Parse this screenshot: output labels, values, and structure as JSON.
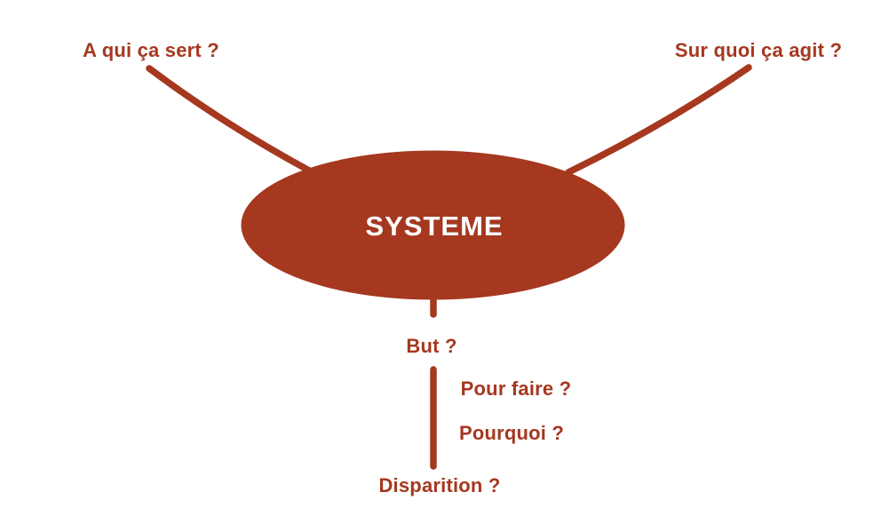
{
  "colors": {
    "accent": "#A5381F",
    "title_text": "#FFFFFF",
    "background": "#FFFFFF"
  },
  "diagram": {
    "center_label": "SYSTEME",
    "questions": {
      "top_left": "A qui ça sert ?",
      "top_right": "Sur quoi ça agit ?",
      "goal": "But ?",
      "to_do": "Pour faire ?",
      "why": "Pourquoi ?",
      "disappearance": "Disparition ?"
    }
  }
}
